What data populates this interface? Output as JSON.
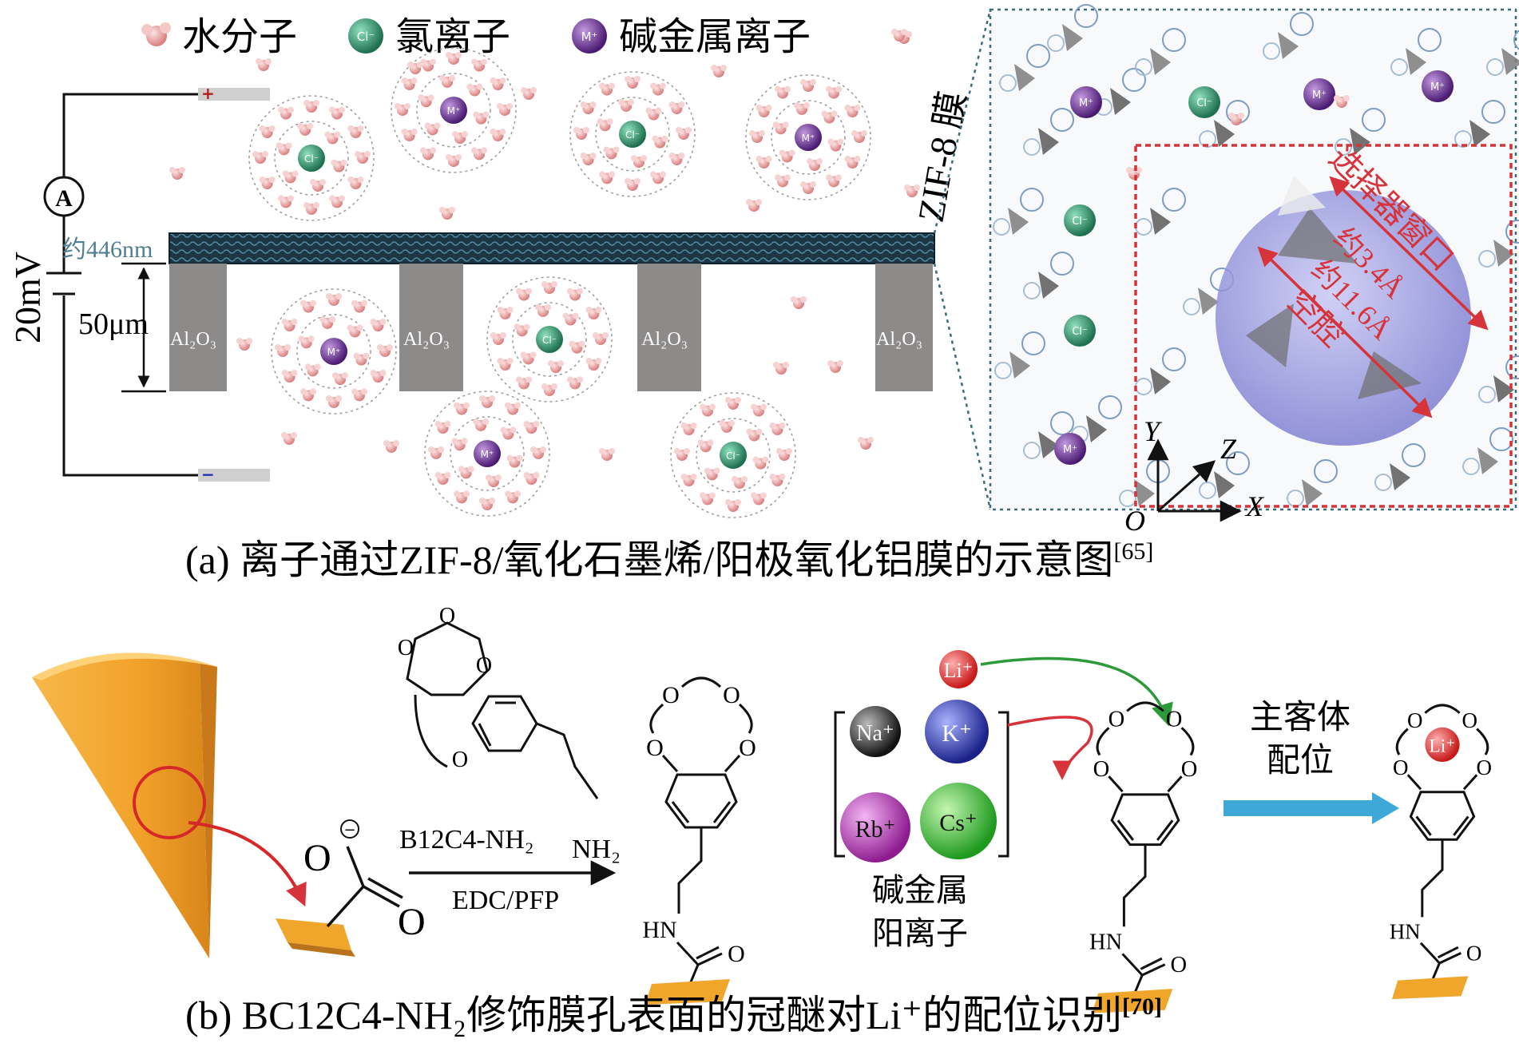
{
  "legend": {
    "water": "水分子",
    "chloride": "氯离子",
    "alkali": "碱金属离子",
    "chloride_symbol": "Cl⁻",
    "alkali_symbol": "M⁺"
  },
  "panel_a": {
    "voltage": "20mV",
    "ammeter": "A",
    "plus": "+",
    "minus": "−",
    "film_thickness": "约446nm",
    "channel_height": "50μm",
    "substrate": "Al₂O₃",
    "membrane_label": "ZIF-8 膜",
    "selector_window": "选择器窗口",
    "window_size": "约3.4Å",
    "cavity_size": "约11.6Å",
    "cavity": "空腔",
    "axis_y": "Y",
    "axis_z": "Z",
    "axis_x": "X",
    "axis_origin": "O",
    "caption": "(a) 离子通过ZIF-8/氧化石墨烯/阳极氧化铝膜的示意图",
    "caption_ref": "[65]"
  },
  "panel_b": {
    "reagent": "B12C4-NH₂",
    "conditions": "EDC/PFP",
    "amine": "NH₂",
    "carboxylate_o": "O",
    "carbonyl_o": "O",
    "charge": "−",
    "amide_hn": "HN",
    "amide_o": "O",
    "crown_o": "O",
    "ions": [
      "Li⁺",
      "Na⁺",
      "K⁺",
      "Rb⁺",
      "Cs⁺"
    ],
    "cation_group": [
      "碱金属",
      "阳离子"
    ],
    "hostguest": [
      "主客体",
      "配位"
    ],
    "caption": "(b) BC12C4-NH₂修饰膜孔表面的冠醚对Li⁺的配位识别",
    "caption_ref": "[70]"
  },
  "colors": {
    "water": "#e79a9a",
    "chloride": "#2e8b67",
    "alkali": "#6a2d8f",
    "substrate": "#8d8a8a",
    "film": "#1f3a4a",
    "red_box": "#d6333a",
    "gold": "#f0a52b",
    "arrow_blue": "#3ea8d8",
    "li": "#e53030",
    "na": "#222222",
    "k": "#2a3aa8",
    "rb": "#b742b8",
    "cs": "#3bbd3b"
  }
}
